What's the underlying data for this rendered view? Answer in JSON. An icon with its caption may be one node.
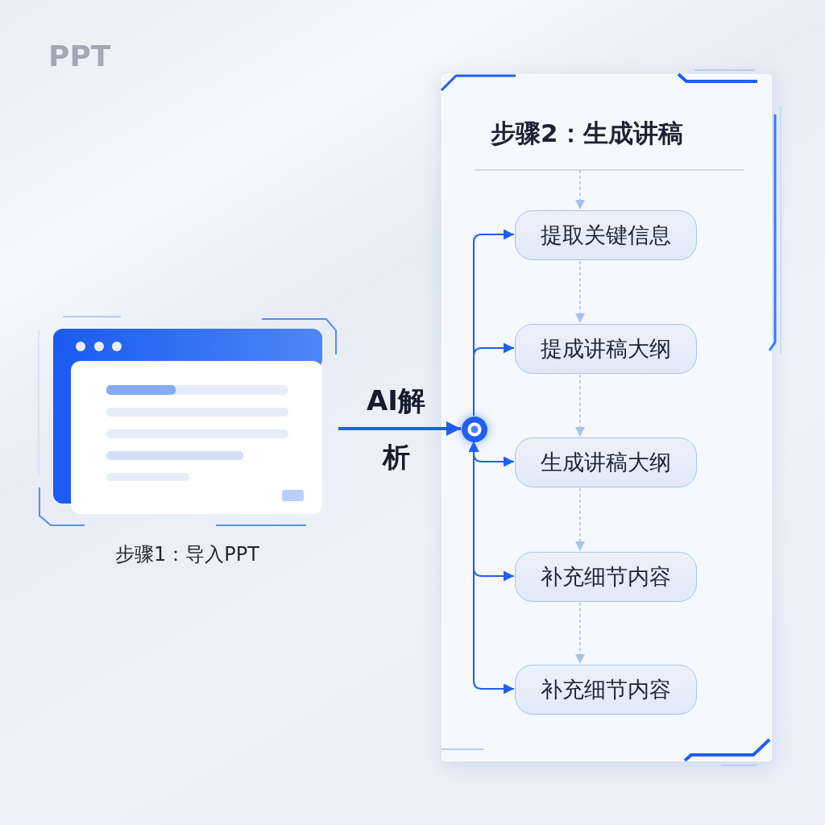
{
  "diagram": {
    "title": "PPT",
    "nodes": [
      {
        "text": [],
        "shape": "picture",
        "beside": [
          "步骤1：导入PPT"
        ]
      },
      {
        "text": [
          "步骤2：生成讲稿"
        ]
      },
      {
        "text": [],
        "shape": "circle",
        "in": 1
      },
      {
        "text": [
          "提取关键信息"
        ],
        "in": 1
      },
      {
        "text": [
          "提成讲稿大纲"
        ],
        "in": 1
      },
      {
        "text": [
          "生成讲稿大纲"
        ],
        "in": 1
      },
      {
        "text": [
          "补充细节内容"
        ],
        "in": 1
      },
      {
        "text": [
          "补充细节内容"
        ],
        "in": 1
      }
    ],
    "edges": [
      {
        "from": 0,
        "to": 2,
        "arrow": "to",
        "label": "AI解析",
        "style": "thick"
      },
      {
        "from": 2,
        "to": 3,
        "arrow": "to"
      },
      {
        "from": 2,
        "to": 4,
        "arrow": "to"
      },
      {
        "from": 2,
        "to": 5,
        "arrow": "both"
      },
      {
        "from": 2,
        "to": 6,
        "arrow": "both"
      },
      {
        "from": 2,
        "to": 7,
        "arrow": "both"
      },
      {
        "from": null,
        "to": 3,
        "arrow": "to",
        "style": "dashed",
        "color": "#a9c1ee"
      },
      {
        "from": 3,
        "to": 4,
        "arrow": "to",
        "style": "dashed",
        "color": "#a9c1ee"
      },
      {
        "from": 4,
        "to": 5,
        "arrow": "to",
        "style": "dashed",
        "color": "#a9c1ee"
      },
      {
        "from": 5,
        "to": 6,
        "arrow": "to",
        "style": "dashed",
        "color": "#a9c1ee"
      },
      {
        "from": 6,
        "to": 7,
        "arrow": "to",
        "style": "dashed",
        "color": "#a9c1ee"
      }
    ]
  }
}
